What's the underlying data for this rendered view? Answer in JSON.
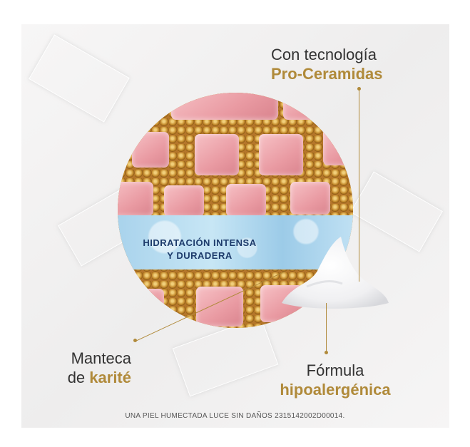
{
  "top_label": {
    "line1": "Con tecnología",
    "line2": "Pro-Ceramidas"
  },
  "left_label": {
    "line1": "Manteca",
    "line2_prefix": "de ",
    "line2_highlight": "karité"
  },
  "right_label": {
    "line1": "Fórmula",
    "line2": "hipoalergénica"
  },
  "band": {
    "line1": "HIDRATACIÓN INTENSA",
    "line2": "Y DURADERA"
  },
  "footnote": "UNA PIEL HUMECTADA LUCE SIN DAÑOS 2315142002D00014.",
  "colors": {
    "gold": "#b08a3a",
    "pink": "#e99aa2",
    "blue": "#a9d3ec"
  }
}
